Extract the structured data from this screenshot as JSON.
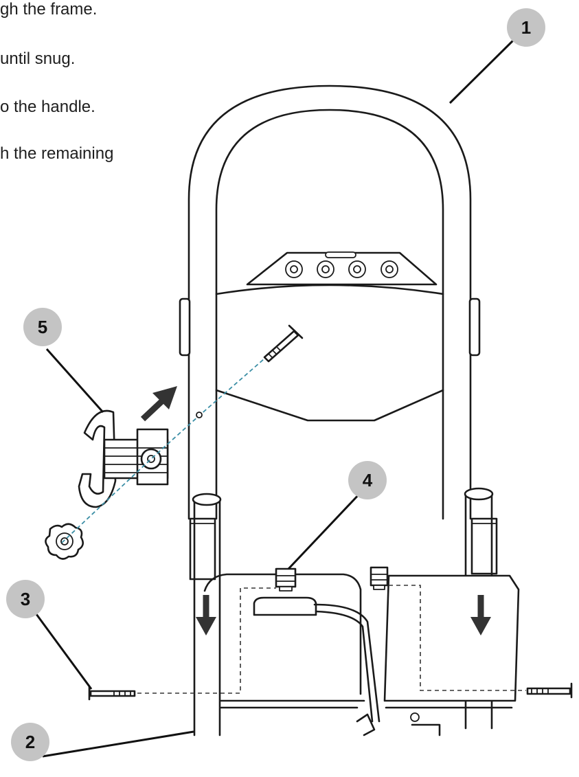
{
  "instructions": [
    "gh the frame.",
    "until snug.",
    "o the handle.",
    "h the remaining"
  ],
  "callouts": [
    "1",
    "2",
    "3",
    "4",
    "5"
  ],
  "colors": {
    "callout_fill": "#c4c4c4",
    "line": "#1a1a1a",
    "guide_dashed": "#3b8ea5",
    "arrow": "#333333"
  }
}
